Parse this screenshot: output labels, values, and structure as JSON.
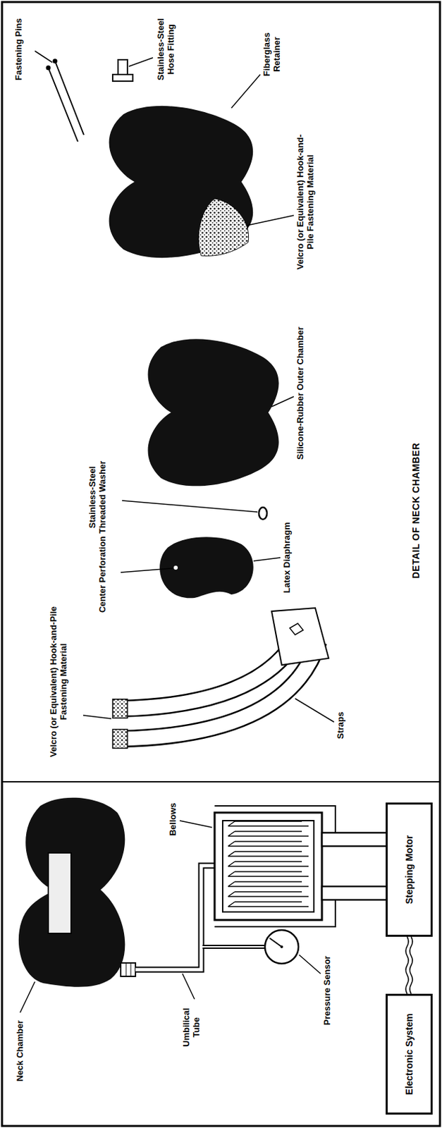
{
  "diagram": {
    "caption": "DETAIL OF NECK CHAMBER",
    "nodes": [
      {
        "text": [
          "Electronic System"
        ]
      },
      {
        "text": [
          "Stepping Motor"
        ]
      }
    ],
    "edges": [
      {
        "from": 0,
        "to": 1,
        "arrow": "none"
      }
    ],
    "labels": [
      "Neck Chamber",
      "Umbilical Tube",
      "Pressure Sensor",
      "Bellows",
      "Velcro (or Equivalent) Hook-and-Pile Fastening Material",
      "Straps",
      "Center Perforation",
      "Latex Diaphragm",
      "Stainless-Steel Threaded Washer",
      "Silicone-Rubber Outer Chamber",
      "Velcro (or Equivalent) Hook-and-Pile Fastening Material",
      "Fiberglass Retainer",
      "Stainless-Steel Hose Fitting",
      "Fastening Pins"
    ]
  }
}
